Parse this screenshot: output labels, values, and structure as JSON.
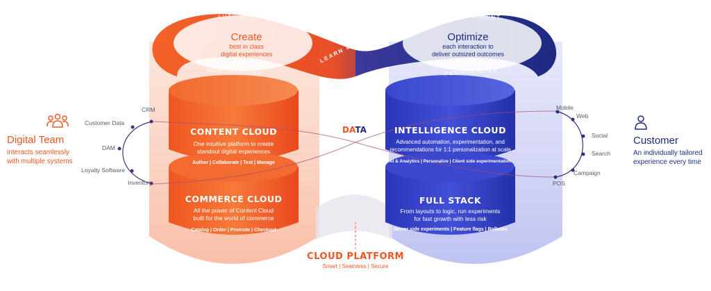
{
  "loop": {
    "author_label": "AUTHOR",
    "merchandise_label": "MERCHANDISE",
    "experiment_label": "EXPERIMENT",
    "personalize_label": "PERSONALIZE",
    "center_label": "LEARN & AUTOMATE",
    "create": {
      "title": "Create",
      "desc_line1": "best in class",
      "desc_line2": "digital experiences"
    },
    "optimize": {
      "title": "Optimize",
      "desc_line1": "each interaction to",
      "desc_line2": "deliver outsized outcomes"
    }
  },
  "data_label": {
    "part1": "DA",
    "part2": "TA"
  },
  "content_cloud": {
    "title": "CONTENT CLOUD",
    "desc_line1": "One intuitive platform to create",
    "desc_line2": "standout digital experiences",
    "tags": "Author  |  Collaborate  |  Test  |  Manage"
  },
  "commerce_cloud": {
    "title": "COMMERCE CLOUD",
    "desc_line1": "All the power of Content Cloud",
    "desc_line2": "built for the world of commerce",
    "tags": "Catalog  |  Order  |  Promote  |  Checkout"
  },
  "intelligence_cloud": {
    "title": "INTELLIGENCE CLOUD",
    "desc_line1": "Advanced automation, experimentation, and",
    "desc_line2": "recommendations for 1:1 personalization at scale",
    "tags": "AI & Analytics  |  Personalize  |  Client side experimentation"
  },
  "full_stack": {
    "title": "FULL STACK",
    "desc_line1": "From layouts to logic, run experiments",
    "desc_line2": "for fast growth with less risk",
    "tags": "Server side experiments  |  Feature flags  |  Rollouts"
  },
  "cloud_platform": {
    "title": "CLOUD PLATFORM",
    "subtitle": "Smart  |  Seamless  |  Secure"
  },
  "digital_team": {
    "title": "Digital Team",
    "desc_line1": "interacts seamlessly",
    "desc_line2": "with multiple systems",
    "icon": "team-icon"
  },
  "customer": {
    "title": "Customer",
    "desc_line1": "An individually tailored",
    "desc_line2": "experience every time",
    "icon": "person-icon"
  },
  "left_systems": [
    "CRM",
    "Customer Data",
    "DAM",
    "Loyalty Software",
    "Inventory"
  ],
  "right_channels": [
    "Mobile",
    "Web",
    "Social",
    "Search",
    "Campaign",
    "POS"
  ],
  "colors": {
    "orange": "#f0561f",
    "navy": "#1d2a82",
    "blue": "#3a46d6",
    "grey": "#555a66"
  }
}
